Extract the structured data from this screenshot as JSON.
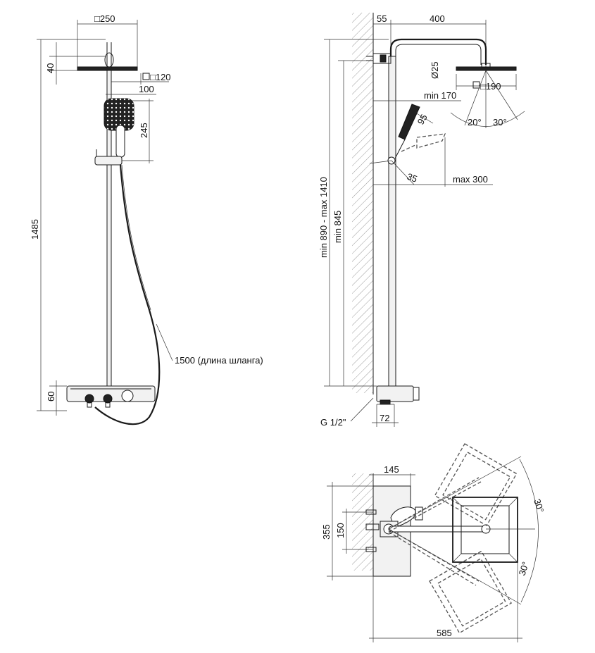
{
  "front_view": {
    "dims": {
      "head_size": "□250",
      "head_height": "40",
      "hand_size": "□120",
      "hand_offset": "100",
      "hand_holder_height": "245",
      "total_height": "1485",
      "mixer_height": "60",
      "hose_length": "1500 (длина шланга)"
    }
  },
  "side_view": {
    "dims": {
      "wall_offset": "55",
      "arm_length": "400",
      "pipe_diameter": "Ø25",
      "head_size": "□190",
      "holder_min": "min 170",
      "angle_20": "20°",
      "angle_30": "30°",
      "hand_size": "95",
      "hand_angle": "35",
      "holder_max": "max 300",
      "height_range": "min 890 - max 1410",
      "min_height": "min 845",
      "connection": "G 1/2\"",
      "bottom_offset": "72"
    }
  },
  "top_view": {
    "dims": {
      "depth": "145",
      "width_total": "355",
      "inlet_spacing": "150",
      "angle_top": "30°",
      "angle_bottom": "30°",
      "reach": "585"
    }
  }
}
